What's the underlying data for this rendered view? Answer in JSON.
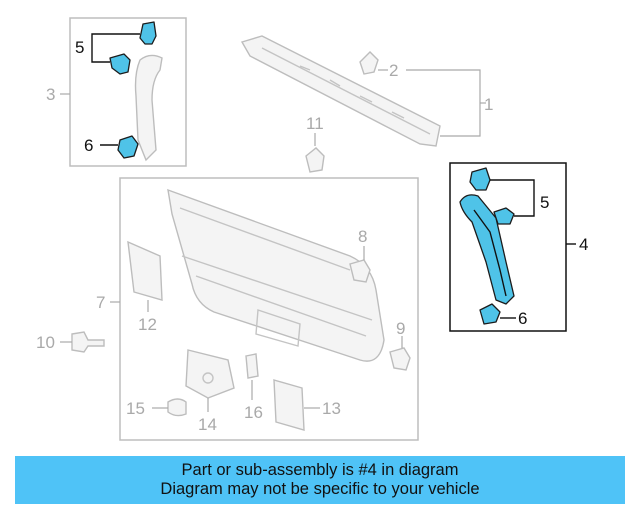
{
  "callouts": {
    "c1": "1",
    "c2": "2",
    "c3": "3",
    "c4": "4",
    "c5_top": "5",
    "c5_right": "5",
    "c6_top": "6",
    "c6_right": "6",
    "c7": "7",
    "c8": "8",
    "c9": "9",
    "c10": "10",
    "c11": "11",
    "c12": "12",
    "c13": "13",
    "c14": "14",
    "c15": "15",
    "c16": "16"
  },
  "banner": {
    "line1": "Part or sub-assembly is #4 in diagram",
    "line2": "Diagram may not be specific to your vehicle"
  },
  "colors": {
    "highlight": "#4fc3e8",
    "banner_bg": "#4fc3f7",
    "outline_grey": "#bdbdbd"
  }
}
